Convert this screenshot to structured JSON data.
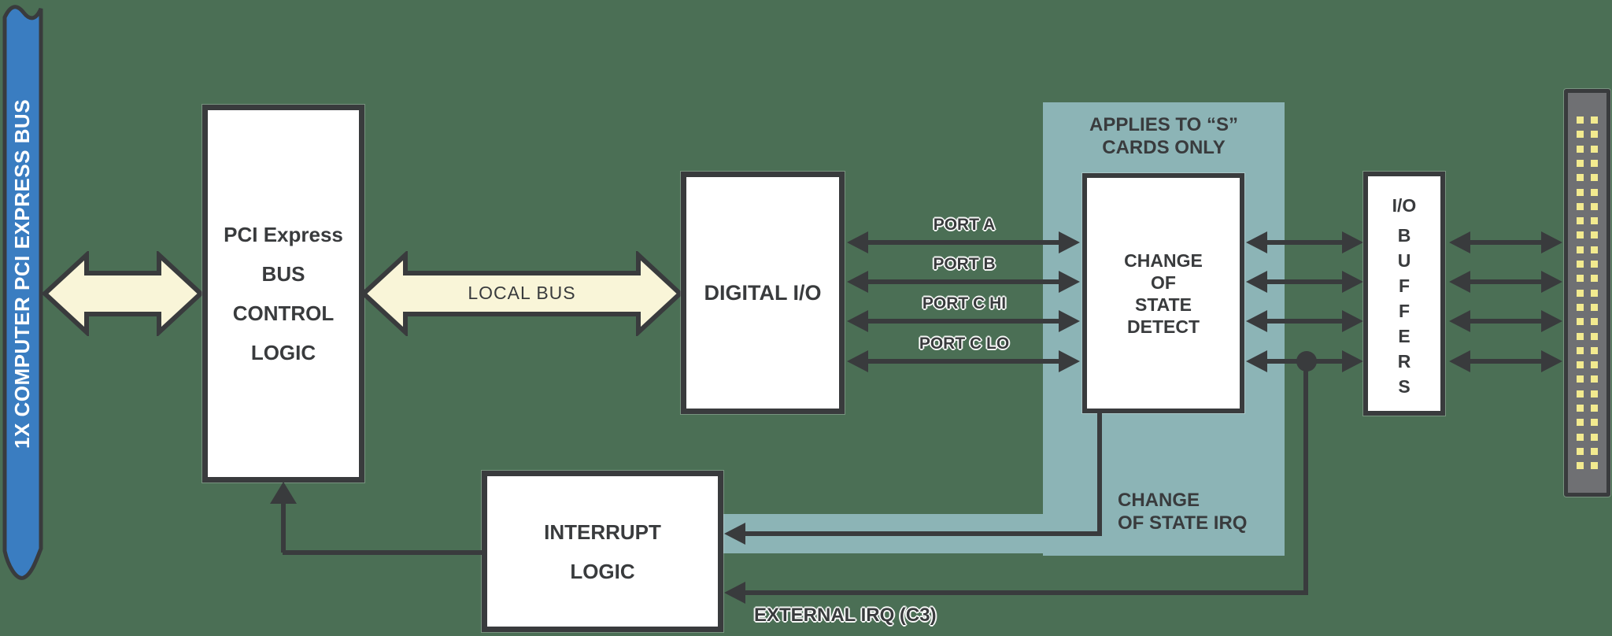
{
  "title": "PCI Express digital I/O card block diagram",
  "colors": {
    "background": "#4B6F55",
    "teal_region": "#8CB4B6",
    "bus_bar_blue": "#3A7DC1",
    "arrow_cream": "#F9F5D8",
    "line_dark": "#393B3D",
    "box_white": "#FFFFFF",
    "connector_gray": "#6F7073",
    "pin_yellow": "#F2EA8F"
  },
  "bus_bar": {
    "label": "1X COMPUTER PCI EXPRESS BUS"
  },
  "local_bus": {
    "label": "LOCAL BUS"
  },
  "boxes": {
    "pci": {
      "lines": [
        "PCI Express",
        "BUS",
        "CONTROL",
        "LOGIC"
      ]
    },
    "digital_io": {
      "label": "DIGITAL I/O"
    },
    "cos_detect": {
      "lines": [
        "CHANGE",
        "OF",
        "STATE",
        "DETECT"
      ]
    },
    "io_buffers": {
      "lines": [
        "I/O",
        "B",
        "U",
        "F",
        "F",
        "E",
        "R",
        "S"
      ]
    },
    "interrupt": {
      "lines": [
        "INTERRUPT",
        "LOGIC"
      ]
    }
  },
  "ports": [
    {
      "label": "PORT A"
    },
    {
      "label": "PORT B"
    },
    {
      "label": "PORT C HI"
    },
    {
      "label": "PORT C LO"
    }
  ],
  "notes": {
    "applies": {
      "lines": [
        "APPLIES TO “S”",
        "CARDS ONLY"
      ]
    },
    "cos_irq": {
      "lines": [
        "CHANGE",
        "OF STATE IRQ"
      ]
    },
    "external_irq": {
      "label": "EXTERNAL IRQ (C3)"
    }
  },
  "connector": {
    "pin_rows": 25,
    "pin_cols": 2
  }
}
